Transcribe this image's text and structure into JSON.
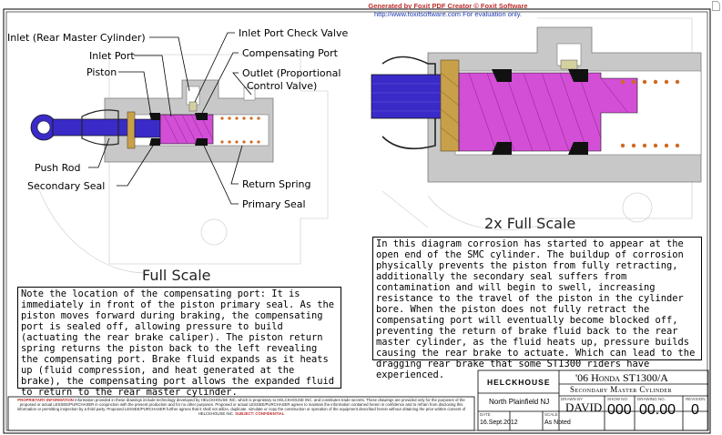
{
  "watermark": {
    "line1": "Generated by Foxit PDF Creator © Foxit Software",
    "line2": "http://www.foxitsoftware.com   For evaluation only."
  },
  "labels": {
    "inlet_rear_master": "Inlet (Rear Master Cylinder)",
    "inlet_port": "Inlet Port",
    "piston": "Piston",
    "push_rod": "Push Rod",
    "secondary_seal": "Secondary Seal",
    "inlet_port_check_valve": "Inlet Port Check Valve",
    "compensating_port": "Compensating Port",
    "outlet_line1": "Outlet (Proportional",
    "outlet_line2": "Control Valve)",
    "return_spring": "Return Spring",
    "primary_seal": "Primary Seal"
  },
  "scales": {
    "left": "Full Scale",
    "right": "2x Full Scale"
  },
  "notes": {
    "left": "Note the location of the compensating port: It is immediately in front of the piston primary seal.  As the piston moves forward during braking, the compensating port is sealed off, allowing pressure to build (actuating the rear brake caliper). The piston return spring returns the piston back to the left revealing the compensating port.  Brake fluid expands as it heats up (fluid compression, and heat generated at the brake), the compensating port allows the expanded fluid to return to the rear master cylinder.",
    "right": "In this diagram corrosion has started to appear at the open end of the SMC cylinder.  The buildup of corrosion physically prevents the piston from fully retracting, additionally the secondary seal suffers from contamination and will begin to swell, increasing resistance to the travel of the piston in the cylinder bore.  When the piston does not fully retract the compensating port will eventually become blocked off, preventing the return of brake fluid back to the rear master cylinder, as the fluid heats up, pressure builds causing the rear brake to actuate. Which can lead to the dragging rear brake that some ST1300 riders have experienced."
  },
  "title_block": {
    "company": "HELCKHOUSE",
    "location": "North Plainfield NJ",
    "title": "'06 Honda ST1300/A",
    "subtitle": "Secondary Master Cylinder",
    "drawn_by_label": "DRAWN BY",
    "drawn_by": "DAVID",
    "show_no_label": "SHOW NO.",
    "show_no": "000",
    "drawing_no_label": "DRAWING NO.",
    "drawing_no": "00.00",
    "revision_label": "REVISION",
    "revision": "0",
    "date_label": "DATE",
    "date": "16.Sept.2012",
    "scale_label": "SCALE",
    "scale": "As Noted"
  },
  "proprietary": {
    "heading": "PROPRIETARY INFORMATION",
    "text": "Information provided in these drawings include technology developed by HELCKHOUSE INC. which is proprietary to HELCKHOUSE INC. and constitutes trade secrets. These drawings are provided only for the purposes of the proposed or actual LESSEE/PURCHASER in conjunction with the present production and for no other purposes. Proposed or actual LESSEE/PURCHASER agrees to maintain the information contained herein in confidence and to refrain from disclosing this information or permitting inspection by a third party. Proposed LESSEE/PURCHASER further agrees that it shall not utilize, duplicate, simulate or copy the construction or operation of the equipment described herein without obtaining the prior written consent of HELCKHOUSE INC.",
    "footer": "SUBJECT: CONFIDENTIAL"
  },
  "colors": {
    "piston": "#3a2bc8",
    "piston_right": "#6a5adb",
    "spring_body": "#d24fd6",
    "seal": "#111111",
    "bronze": "#c9a04a",
    "spring_coil": "#d2691e",
    "gray": "#c8c8c8",
    "outline": "#7a7a7a",
    "watermark_red": "#c03030",
    "watermark_blue": "#1c3ab0"
  }
}
